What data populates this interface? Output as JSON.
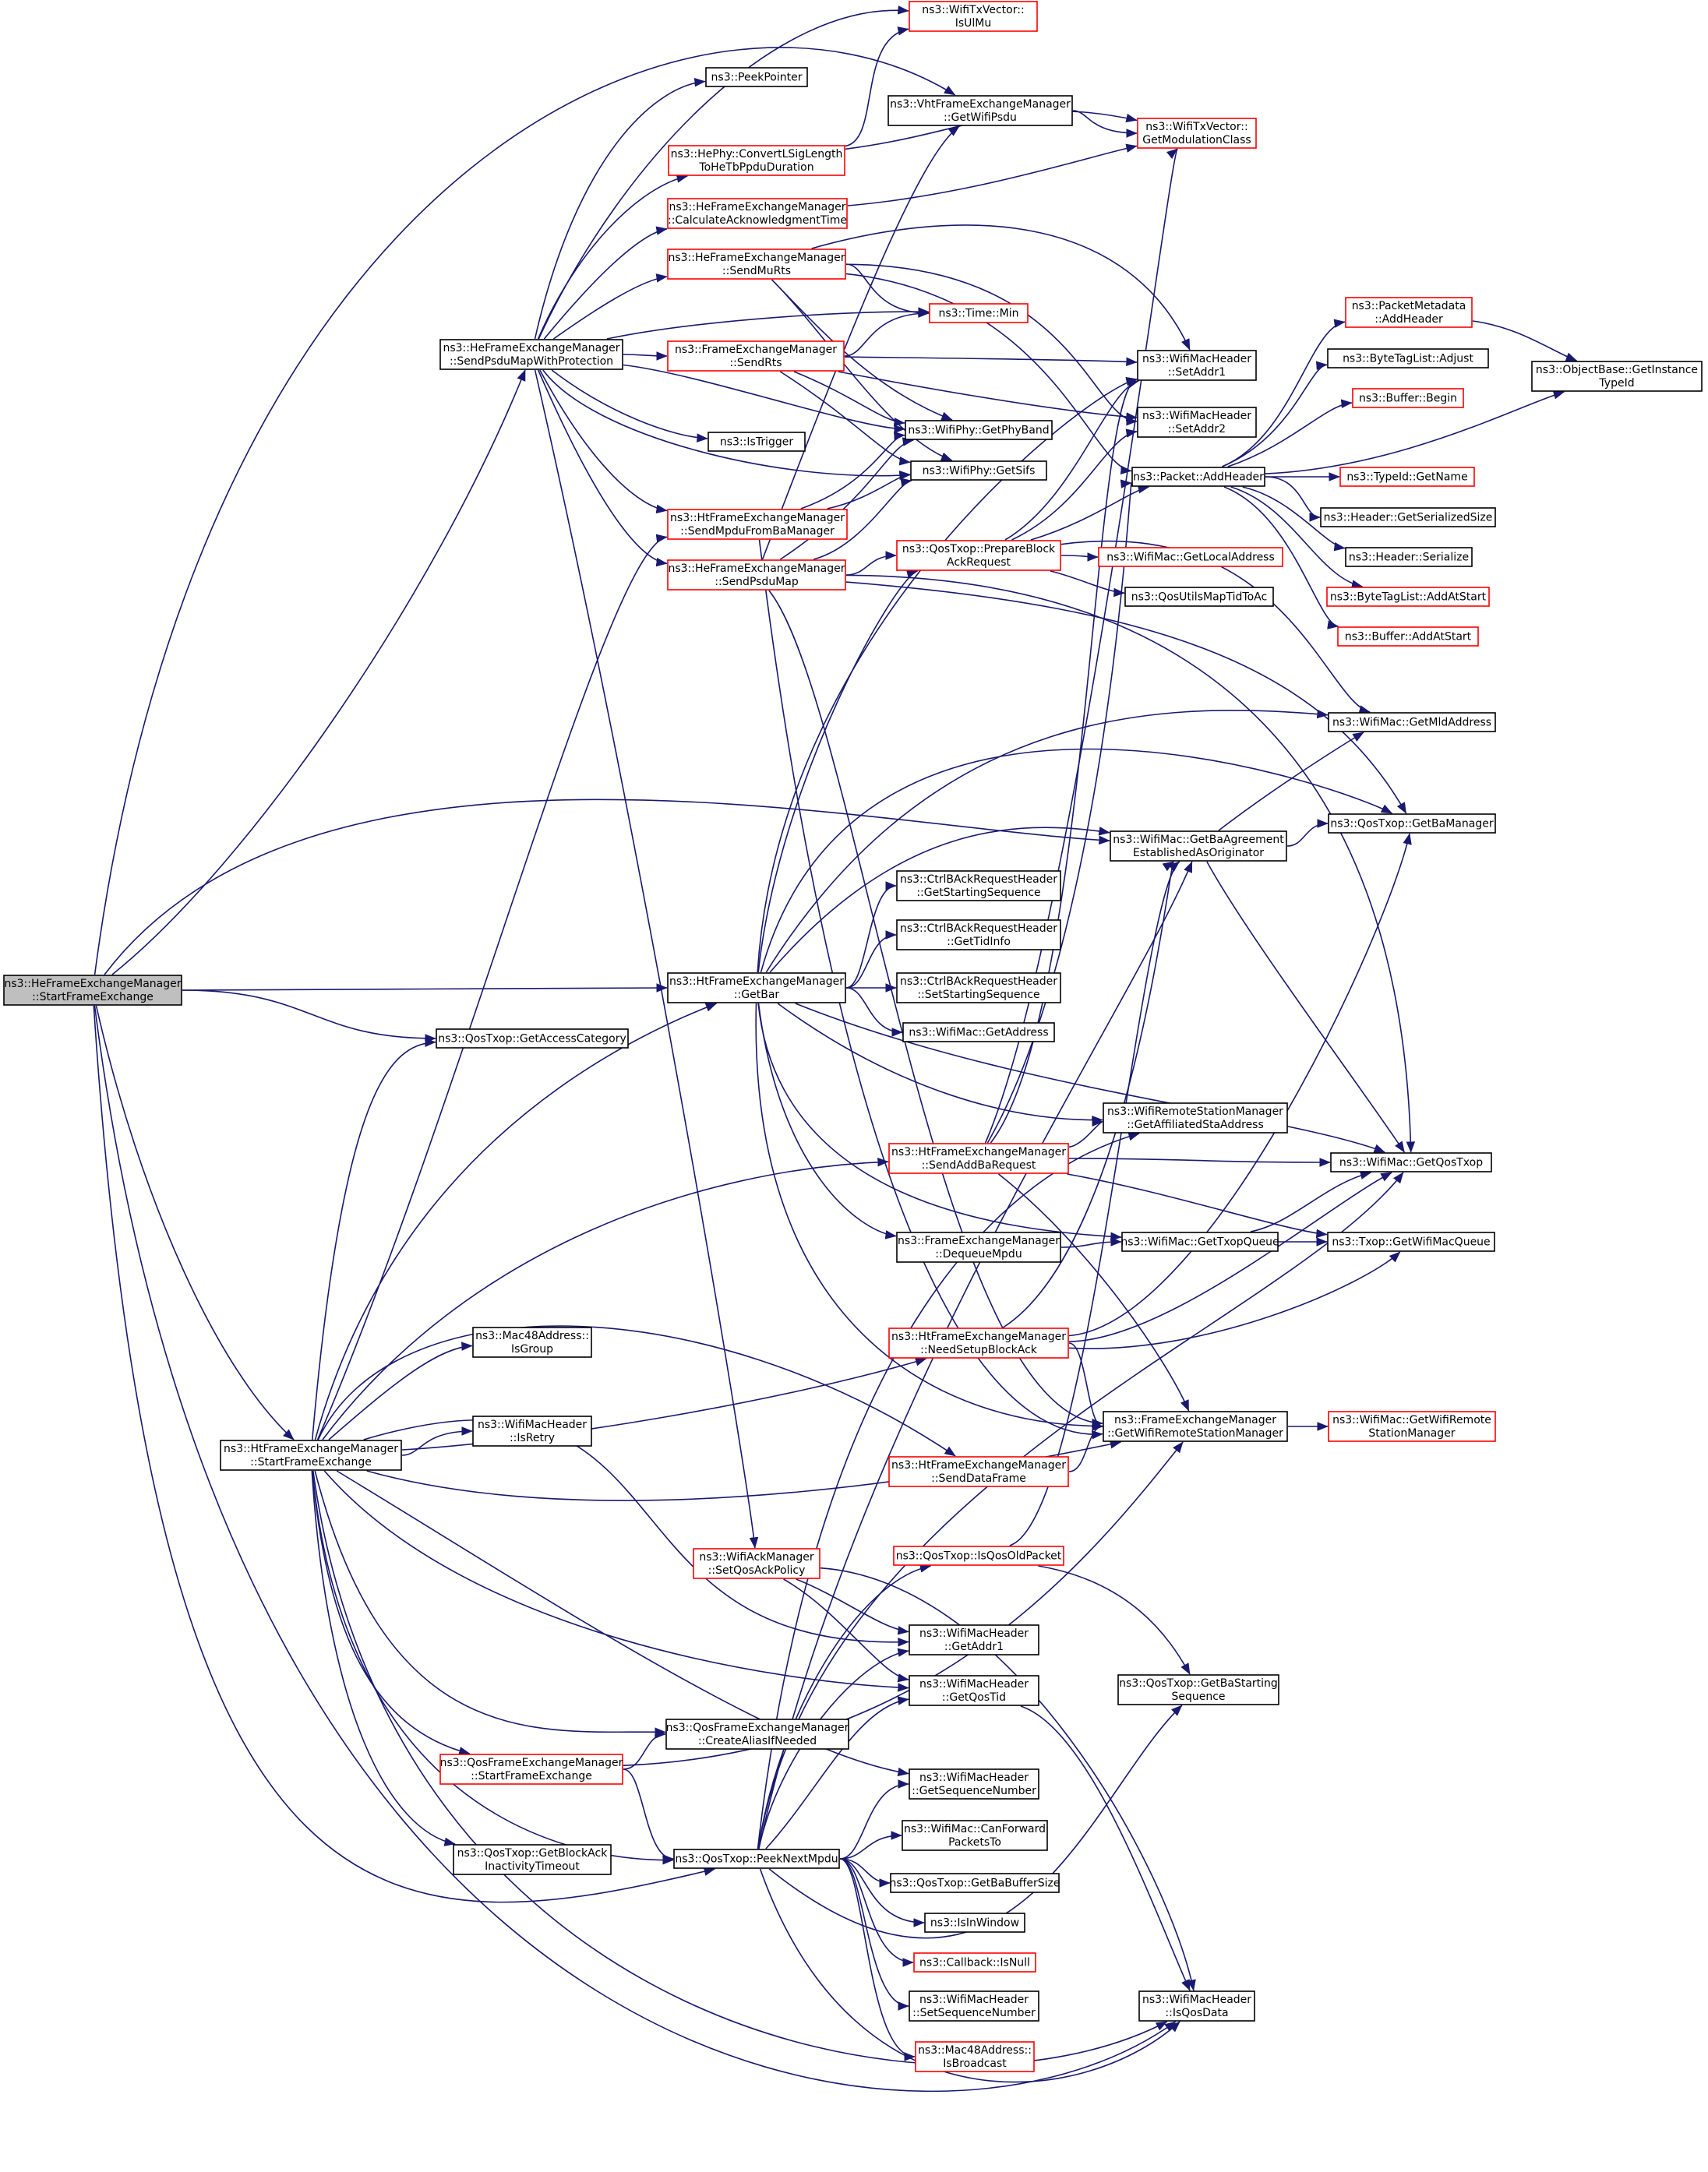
{
  "colors": {
    "edge": "#191970",
    "node_border": "#000000",
    "node_border_highlight": "#ff0000",
    "root_fill": "#bfbfbf",
    "node_fill": "#ffffff"
  },
  "nodes": [
    {
      "id": "root",
      "lines": [
        "ns3::HeFrameExchangeManager",
        "::StartFrameExchange"
      ],
      "style": "root"
    },
    {
      "id": "sendPsduMapWithProtection",
      "lines": [
        "ns3::HeFrameExchangeManager",
        "::SendPsduMapWithProtection"
      ],
      "style": "normal"
    },
    {
      "id": "htStartFrameExchange",
      "lines": [
        "ns3::HtFrameExchangeManager",
        "::StartFrameExchange"
      ],
      "style": "normal"
    },
    {
      "id": "getBar",
      "lines": [
        "ns3::HtFrameExchangeManager",
        "::GetBar"
      ],
      "style": "normal"
    },
    {
      "id": "getAccessCategory",
      "lines": [
        "ns3::QosTxop::GetAccessCategory"
      ],
      "style": "normal"
    },
    {
      "id": "isUlMu",
      "lines": [
        "ns3::WifiTxVector::",
        "IsUlMu"
      ],
      "style": "red"
    },
    {
      "id": "peekPointer",
      "lines": [
        "ns3::PeekPointer"
      ],
      "style": "normal"
    },
    {
      "id": "vhtGetWifiPsdu",
      "lines": [
        "ns3::VhtFrameExchangeManager",
        "::GetWifiPsdu"
      ],
      "style": "normal"
    },
    {
      "id": "getModulationClass",
      "lines": [
        "ns3::WifiTxVector::",
        "GetModulationClass"
      ],
      "style": "red"
    },
    {
      "id": "convertLSig",
      "lines": [
        "ns3::HePhy::ConvertLSigLength",
        "ToHeTbPpduDuration"
      ],
      "style": "red"
    },
    {
      "id": "calcAckTime",
      "lines": [
        "ns3::HeFrameExchangeManager",
        "::CalculateAcknowledgmentTime"
      ],
      "style": "red"
    },
    {
      "id": "sendMuRts",
      "lines": [
        "ns3::HeFrameExchangeManager",
        "::SendMuRts"
      ],
      "style": "red"
    },
    {
      "id": "timeMin",
      "lines": [
        "ns3::Time::Min"
      ],
      "style": "red"
    },
    {
      "id": "sendRts",
      "lines": [
        "ns3::FrameExchangeManager",
        "::SendRts"
      ],
      "style": "red"
    },
    {
      "id": "setAddr1",
      "lines": [
        "ns3::WifiMacHeader",
        "::SetAddr1"
      ],
      "style": "normal"
    },
    {
      "id": "setAddr2",
      "lines": [
        "ns3::WifiMacHeader",
        "::SetAddr2"
      ],
      "style": "normal"
    },
    {
      "id": "getPhyBand",
      "lines": [
        "ns3::WifiPhy::GetPhyBand"
      ],
      "style": "normal"
    },
    {
      "id": "isTrigger",
      "lines": [
        "ns3::IsTrigger"
      ],
      "style": "normal"
    },
    {
      "id": "getSifs",
      "lines": [
        "ns3::WifiPhy::GetSifs"
      ],
      "style": "normal"
    },
    {
      "id": "sendMpduFromBa",
      "lines": [
        "ns3::HtFrameExchangeManager",
        "::SendMpduFromBaManager"
      ],
      "style": "red"
    },
    {
      "id": "sendPsduMap",
      "lines": [
        "ns3::HeFrameExchangeManager",
        "::SendPsduMap"
      ],
      "style": "red"
    },
    {
      "id": "packetAddHeader",
      "lines": [
        "ns3::Packet::AddHeader"
      ],
      "style": "normal"
    },
    {
      "id": "prepareBlockAck",
      "lines": [
        "ns3::QosTxop::PrepareBlock",
        "AckRequest"
      ],
      "style": "red"
    },
    {
      "id": "pmAddHeader",
      "lines": [
        "ns3::PacketMetadata",
        "::AddHeader"
      ],
      "style": "red"
    },
    {
      "id": "btlAdjust",
      "lines": [
        "ns3::ByteTagList::Adjust"
      ],
      "style": "normal"
    },
    {
      "id": "bufferBegin",
      "lines": [
        "ns3::Buffer::Begin"
      ],
      "style": "red"
    },
    {
      "id": "objGetInstance",
      "lines": [
        "ns3::ObjectBase::GetInstance",
        "TypeId"
      ],
      "style": "normal"
    },
    {
      "id": "typeIdGetName",
      "lines": [
        "ns3::TypeId::GetName"
      ],
      "style": "red"
    },
    {
      "id": "getSerializedSize",
      "lines": [
        "ns3::Header::GetSerializedSize"
      ],
      "style": "normal"
    },
    {
      "id": "headerSerialize",
      "lines": [
        "ns3::Header::Serialize"
      ],
      "style": "normal"
    },
    {
      "id": "btlAddAtStart",
      "lines": [
        "ns3::ByteTagList::AddAtStart"
      ],
      "style": "red"
    },
    {
      "id": "bufAddAtStart",
      "lines": [
        "ns3::Buffer::AddAtStart"
      ],
      "style": "red"
    },
    {
      "id": "getLocalAddress",
      "lines": [
        "ns3::WifiMac::GetLocalAddress"
      ],
      "style": "red"
    },
    {
      "id": "mapTidToAc",
      "lines": [
        "ns3::QosUtilsMapTidToAc"
      ],
      "style": "normal"
    },
    {
      "id": "getMldAddress",
      "lines": [
        "ns3::WifiMac::GetMldAddress"
      ],
      "style": "normal"
    },
    {
      "id": "getBaAgreement",
      "lines": [
        "ns3::WifiMac::GetBaAgreement",
        "EstablishedAsOriginator"
      ],
      "style": "normal"
    },
    {
      "id": "getBaManager",
      "lines": [
        "ns3::QosTxop::GetBaManager"
      ],
      "style": "normal"
    },
    {
      "id": "getStartingSeq",
      "lines": [
        "ns3::CtrlBAckRequestHeader",
        "::GetStartingSequence"
      ],
      "style": "normal"
    },
    {
      "id": "getTidInfo",
      "lines": [
        "ns3::CtrlBAckRequestHeader",
        "::GetTidInfo"
      ],
      "style": "normal"
    },
    {
      "id": "setStartingSeq",
      "lines": [
        "ns3::CtrlBAckRequestHeader",
        "::SetStartingSequence"
      ],
      "style": "normal"
    },
    {
      "id": "macGetAddress",
      "lines": [
        "ns3::WifiMac::GetAddress"
      ],
      "style": "normal"
    },
    {
      "id": "getAffiliated",
      "lines": [
        "ns3::WifiRemoteStationManager",
        "::GetAffiliatedStaAddress"
      ],
      "style": "normal"
    },
    {
      "id": "sendAddBaRequest",
      "lines": [
        "ns3::HtFrameExchangeManager",
        "::SendAddBaRequest"
      ],
      "style": "red"
    },
    {
      "id": "getQosTxop",
      "lines": [
        "ns3::WifiMac::GetQosTxop"
      ],
      "style": "normal"
    },
    {
      "id": "dequeueMpdu",
      "lines": [
        "ns3::FrameExchangeManager",
        "::DequeueMpdu"
      ],
      "style": "normal"
    },
    {
      "id": "getTxopQueue",
      "lines": [
        "ns3::WifiMac::GetTxopQueue"
      ],
      "style": "normal"
    },
    {
      "id": "getWifiMacQueue",
      "lines": [
        "ns3::Txop::GetWifiMacQueue"
      ],
      "style": "normal"
    },
    {
      "id": "isGroup",
      "lines": [
        "ns3::Mac48Address::",
        "IsGroup"
      ],
      "style": "normal"
    },
    {
      "id": "needSetupBlockAck",
      "lines": [
        "ns3::HtFrameExchangeManager",
        "::NeedSetupBlockAck"
      ],
      "style": "red"
    },
    {
      "id": "isRetry",
      "lines": [
        "ns3::WifiMacHeader",
        "::IsRetry"
      ],
      "style": "normal"
    },
    {
      "id": "getRsm",
      "lines": [
        "ns3::FrameExchangeManager",
        "::GetWifiRemoteStationManager"
      ],
      "style": "normal"
    },
    {
      "id": "macGetRsm",
      "lines": [
        "ns3::WifiMac::GetWifiRemote",
        "StationManager"
      ],
      "style": "red"
    },
    {
      "id": "sendDataFrame",
      "lines": [
        "ns3::HtFrameExchangeManager",
        "::SendDataFrame"
      ],
      "style": "red"
    },
    {
      "id": "setQosAckPolicy",
      "lines": [
        "ns3::WifiAckManager",
        "::SetQosAckPolicy"
      ],
      "style": "red"
    },
    {
      "id": "isQosOldPacket",
      "lines": [
        "ns3::QosTxop::IsQosOldPacket"
      ],
      "style": "red"
    },
    {
      "id": "getAddr1",
      "lines": [
        "ns3::WifiMacHeader",
        "::GetAddr1"
      ],
      "style": "normal"
    },
    {
      "id": "getBaStartingSeq",
      "lines": [
        "ns3::QosTxop::GetBaStarting",
        "Sequence"
      ],
      "style": "normal"
    },
    {
      "id": "getQosTid",
      "lines": [
        "ns3::WifiMacHeader",
        "::GetQosTid"
      ],
      "style": "normal"
    },
    {
      "id": "createAlias",
      "lines": [
        "ns3::QosFrameExchangeManager",
        "::CreateAliasIfNeeded"
      ],
      "style": "normal"
    },
    {
      "id": "qosStartFrameExchange",
      "lines": [
        "ns3::QosFrameExchangeManager",
        "::StartFrameExchange"
      ],
      "style": "red"
    },
    {
      "id": "getSequenceNumber",
      "lines": [
        "ns3::WifiMacHeader",
        "::GetSequenceNumber"
      ],
      "style": "normal"
    },
    {
      "id": "canForward",
      "lines": [
        "ns3::WifiMac::CanForward",
        "PacketsTo"
      ],
      "style": "normal"
    },
    {
      "id": "getBlockAckTimeout",
      "lines": [
        "ns3::QosTxop::GetBlockAck",
        "InactivityTimeout"
      ],
      "style": "normal"
    },
    {
      "id": "peekNextMpdu",
      "lines": [
        "ns3::QosTxop::PeekNextMpdu"
      ],
      "style": "normal"
    },
    {
      "id": "getBaBufferSize",
      "lines": [
        "ns3::QosTxop::GetBaBufferSize"
      ],
      "style": "normal"
    },
    {
      "id": "isInWindow",
      "lines": [
        "ns3::IsInWindow"
      ],
      "style": "normal"
    },
    {
      "id": "callbackIsNull",
      "lines": [
        "ns3::Callback::IsNull"
      ],
      "style": "red"
    },
    {
      "id": "setSequenceNumber",
      "lines": [
        "ns3::WifiMacHeader",
        "::SetSequenceNumber"
      ],
      "style": "normal"
    },
    {
      "id": "isQosData",
      "lines": [
        "ns3::WifiMacHeader",
        "::IsQosData"
      ],
      "style": "normal"
    },
    {
      "id": "isBroadcast",
      "lines": [
        "ns3::Mac48Address::",
        "IsBroadcast"
      ],
      "style": "red"
    }
  ]
}
